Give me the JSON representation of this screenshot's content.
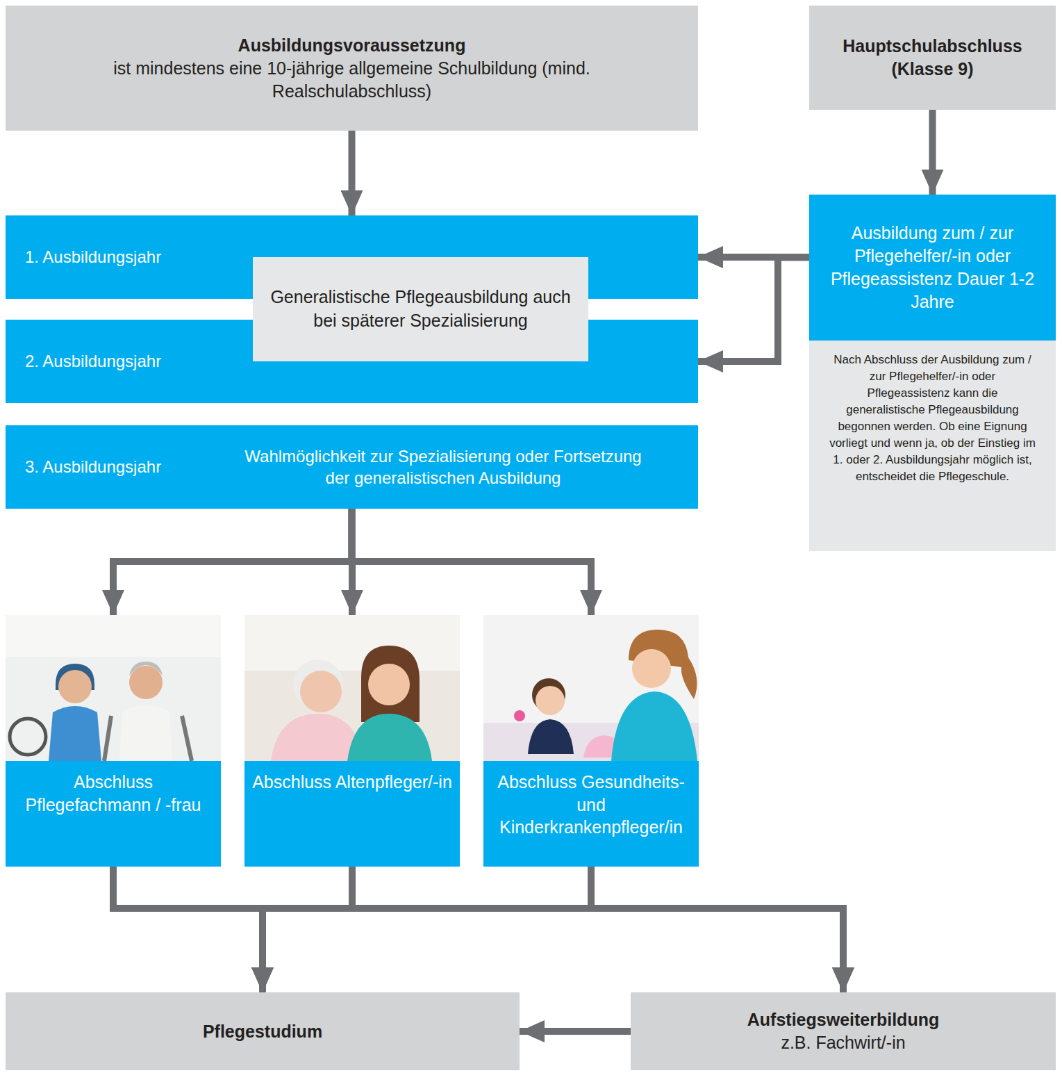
{
  "diagram": {
    "nodes": [
      {
        "text": [
          "Ausbildungsvoraussetzung",
          "ist mindestens eine 10-jährige allgemeine Schulbildung (mind. Realschulabschluss)"
        ]
      },
      {
        "text": [
          "Hauptschulabschluss (Klasse 9)"
        ]
      },
      {
        "text": [
          "1. Ausbildungsjahr"
        ]
      },
      {
        "text": [
          "Generalistische Pflegeausbildung auch bei späterer Spezialisierung"
        ]
      },
      {
        "text": [
          "Ausbildung zum / zur Pflegehelfer/-in oder Pflegeassistenz Dauer 1-2 Jahre"
        ]
      },
      {
        "text": [
          "2. Ausbildungsjahr"
        ]
      },
      {
        "text": [
          "Nach Abschluss der Ausbildung zum / zur Pflegehelfer/-in oder Pflegeassistenz kann die generalistische Pflegeausbildung begonnen werden. Ob eine Eignung vorliegt und wenn ja, ob der Einstieg im 1. oder 2. Ausbildungsjahr möglich ist, entscheidet die Pflegeschule."
        ]
      },
      {
        "text": [
          "3. Ausbildungsjahr",
          "Wahlmöglichkeit zur Spezialisierung oder Fortsetzung der generalistischen Ausbildung"
        ]
      },
      {
        "text": [
          "Abschluss Pflegefachmann / -frau"
        ]
      },
      {
        "text": [
          "Abschluss Altenpfleger/-in"
        ]
      },
      {
        "text": [
          "Abschluss Gesundheits- und Kinderkrankenpfleger/in"
        ]
      },
      {
        "text": [
          "Pflegestudium"
        ]
      },
      {
        "text": [
          "Aufstiegsweiterbildung",
          "z.B. Fachwirt/-in"
        ]
      }
    ],
    "edges": [
      {
        "from": 0,
        "to": 2,
        "arrow": "to"
      },
      {
        "from": 1,
        "to": 4,
        "arrow": "to"
      },
      {
        "from": 4,
        "to": 2,
        "arrow": "to"
      },
      {
        "from": 4,
        "to": 5,
        "arrow": "to"
      },
      {
        "from": 7,
        "to": 8,
        "arrow": "to"
      },
      {
        "from": 7,
        "to": 9,
        "arrow": "to"
      },
      {
        "from": 7,
        "to": 10,
        "arrow": "to"
      },
      {
        "from": 8,
        "to": 11,
        "arrow": "to"
      },
      {
        "from": 9,
        "to": 11,
        "arrow": "to"
      },
      {
        "from": 10,
        "to": 11,
        "arrow": "to"
      },
      {
        "from": 8,
        "to": 12,
        "arrow": "to"
      },
      {
        "from": 9,
        "to": 12,
        "arrow": "to"
      },
      {
        "from": 10,
        "to": 12,
        "arrow": "to"
      },
      {
        "from": 12,
        "to": 11,
        "arrow": "to"
      }
    ]
  }
}
